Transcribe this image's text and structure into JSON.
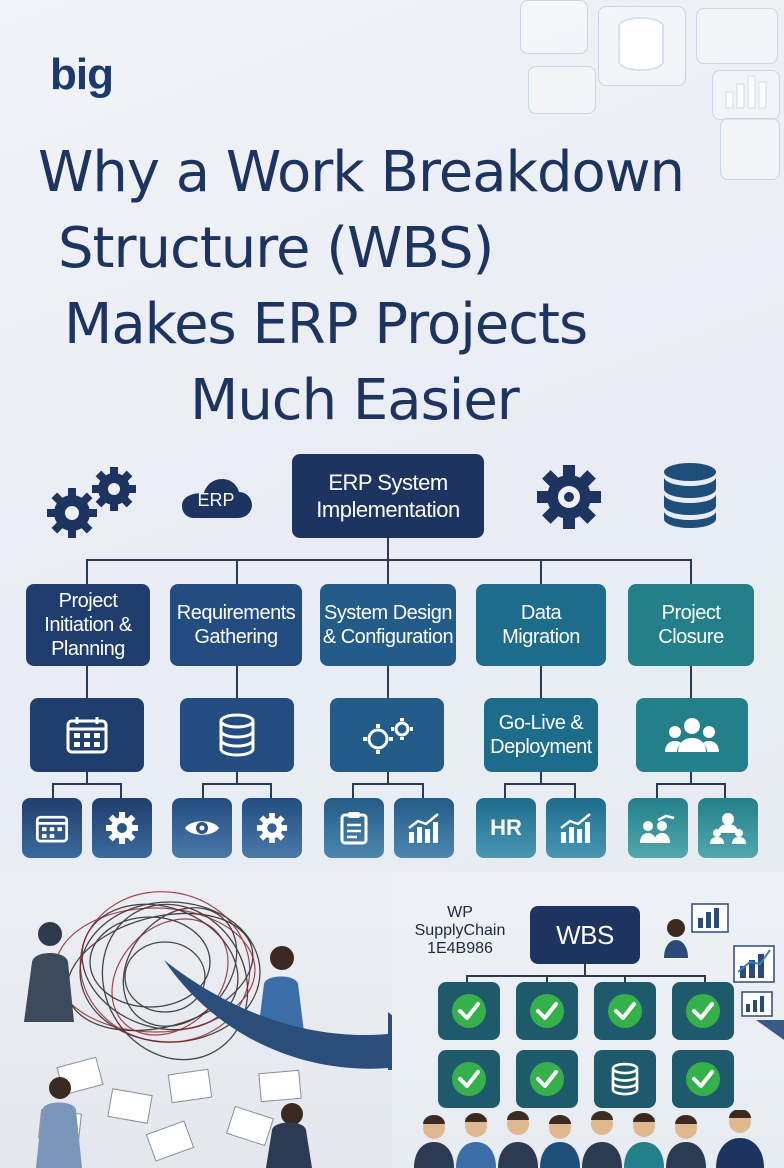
{
  "brand": {
    "logo": "big"
  },
  "title": {
    "line1": "Why a Work Breakdown",
    "line2": "Structure (WBS)",
    "line3": "Makes ERP Projects",
    "line4": "Much Easier"
  },
  "icons_top": {
    "erp_cloud": "ERP"
  },
  "wbs_tree": {
    "root": "ERP System Implementation",
    "phases": [
      {
        "label": "Project Initiation & Planning",
        "color": "#1f3e6e"
      },
      {
        "label": "Requirements Gathering",
        "color": "#234d80"
      },
      {
        "label": "System Design & Configuration",
        "color": "#235c88"
      },
      {
        "label": "Data Migration",
        "color": "#1e6c8c"
      },
      {
        "label": "Project Closure",
        "color": "#23808a"
      }
    ],
    "level3": [
      {
        "icon": "calendar-icon"
      },
      {
        "icon": "database-icon"
      },
      {
        "icon": "gears-icon"
      },
      {
        "label": "Go-Live & Deployment"
      },
      {
        "icon": "team-icon"
      }
    ],
    "level4_hr_label": "HR"
  },
  "bottom": {
    "wp_label": "WP\nSupplyChain\n1E4B986",
    "wbs_label": "WBS"
  },
  "colors": {
    "navy": "#1d3461",
    "teal": "#23808a",
    "check_green": "#36b04a"
  }
}
